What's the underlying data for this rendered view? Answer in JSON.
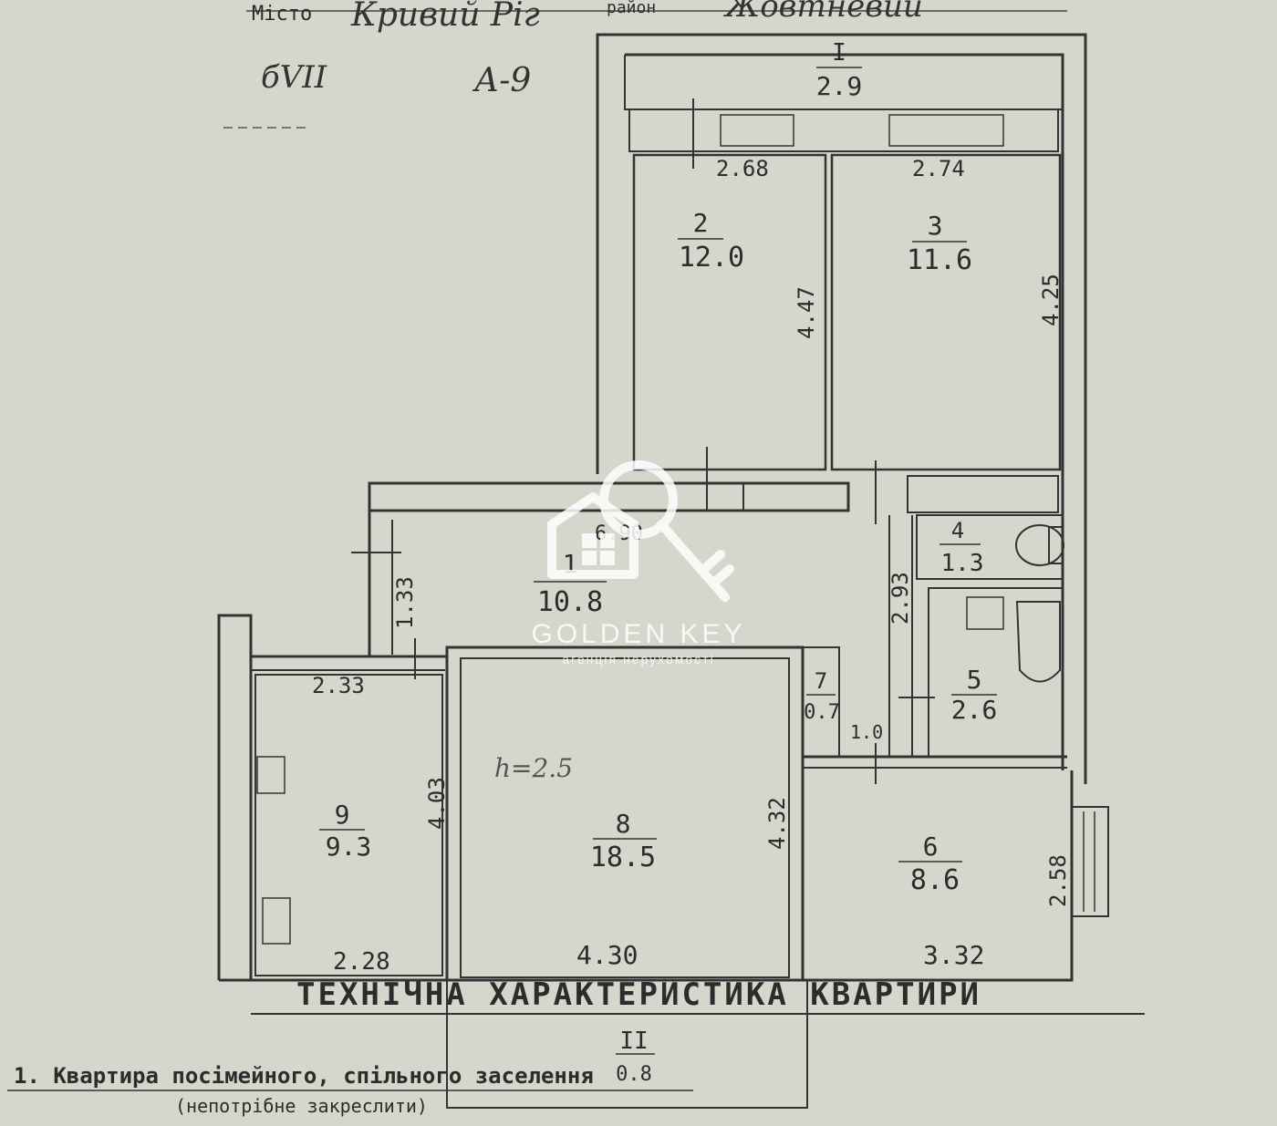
{
  "header": {
    "city_label": "Місто",
    "city_value": "Кривий Ріг",
    "district_label": "район",
    "district_value": "Жовтневий",
    "code_a": "бVII",
    "code_b": "А-9"
  },
  "rooms": [
    {
      "id": "I",
      "num": "I",
      "area": "2.9"
    },
    {
      "id": "1",
      "num": "1",
      "area": "10.8"
    },
    {
      "id": "2",
      "num": "2",
      "area": "12.0"
    },
    {
      "id": "3",
      "num": "3",
      "area": "11.6"
    },
    {
      "id": "4",
      "num": "4",
      "area": "1.3"
    },
    {
      "id": "5",
      "num": "5",
      "area": "2.6"
    },
    {
      "id": "6",
      "num": "6",
      "area": "8.6"
    },
    {
      "id": "7",
      "num": "7",
      "area": "0.7"
    },
    {
      "id": "8",
      "num": "8",
      "area": "18.5"
    },
    {
      "id": "9",
      "num": "9",
      "area": "9.3"
    },
    {
      "id": "II",
      "num": "II",
      "area": "0.8"
    }
  ],
  "dimensions": {
    "d268": "2.68",
    "d274": "2.74",
    "d447": "4.47",
    "d425": "4.25",
    "d690": "6.90",
    "d133": "1.33",
    "d293": "2.93",
    "d233": "2.33",
    "d403": "4.03",
    "d432": "4.32",
    "d10": "1.0",
    "d258": "2.58",
    "d228": "2.28",
    "d430": "4.30",
    "d332": "3.32"
  },
  "height_note": "h=2.5",
  "watermark": {
    "brand": "GOLDEN KEY",
    "tagline": "агенція нерухомості"
  },
  "footer": {
    "section_title": "ТЕХНІЧНА ХАРАКТЕРИСТИКА КВАРТИРИ",
    "line1": "1. Квартира посімейного, спільного заселення",
    "line2": "(непотрібне закреслити)"
  }
}
